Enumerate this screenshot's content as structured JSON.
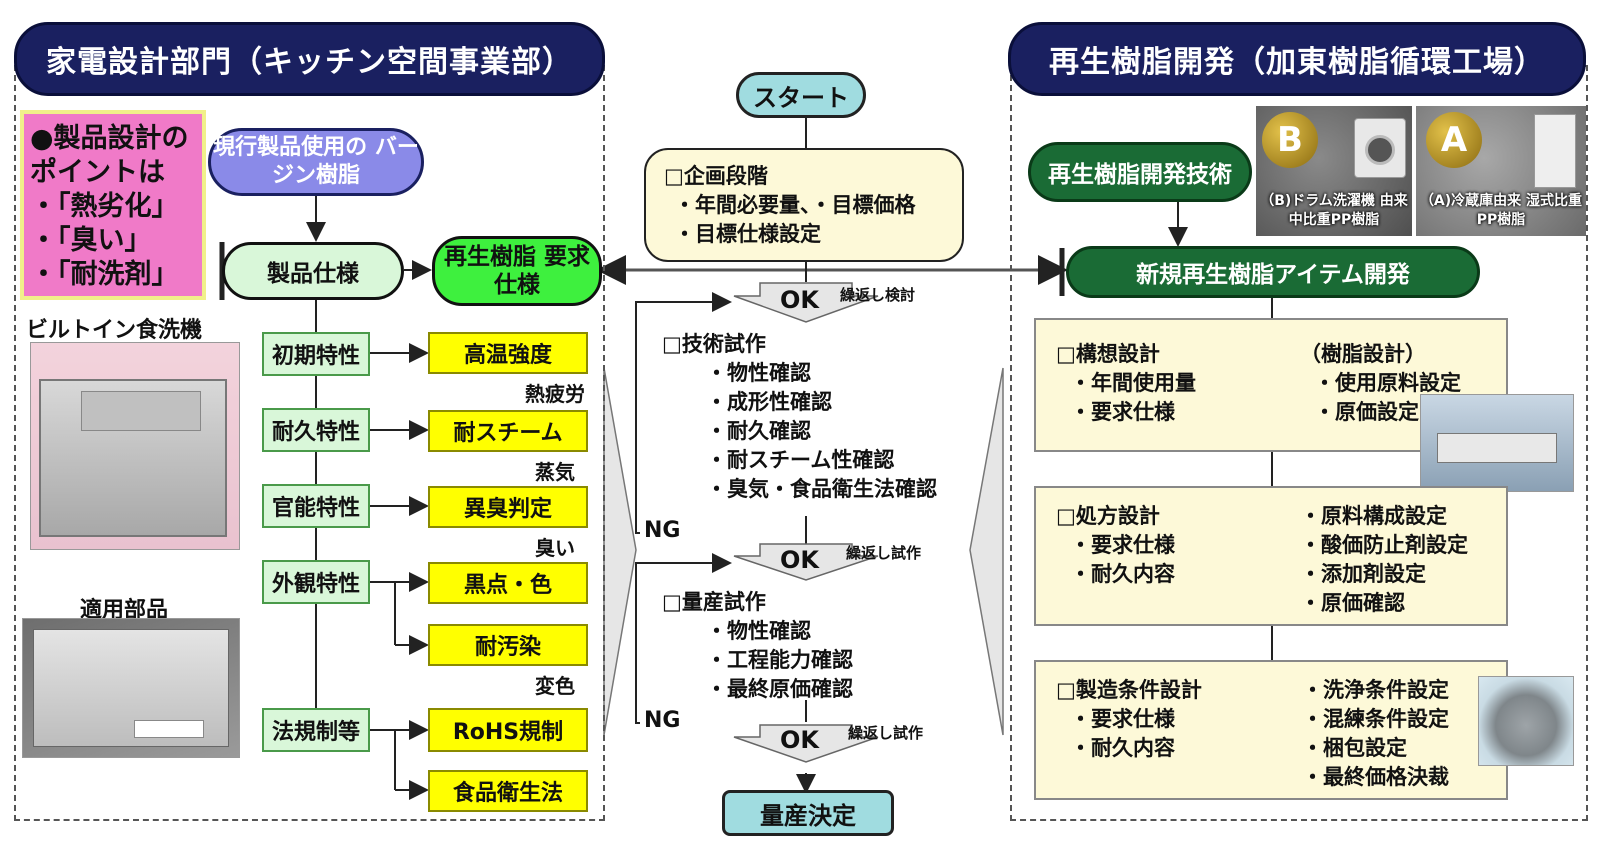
{
  "left_header": "家電設計部門（キッチン空間事業部）",
  "right_header": "再生樹脂開発（加東樹脂循環工場）",
  "design_points": {
    "title": "●製品設計の ポイントは",
    "items": [
      "・「熱劣化」",
      "・「臭い」",
      "・「耐洗剤」"
    ]
  },
  "current_resin": "現行製品使用の バージン樹脂",
  "product_spec": "製品仕様",
  "recycled_req": "再生樹脂 要求仕様",
  "product_photo_label": "ビルトイン食洗機",
  "part_photo_label": "適用部品",
  "characteristics": [
    "初期特性",
    "耐久特性",
    "官能特性",
    "外観特性",
    "法規制等"
  ],
  "requirements": [
    "高温強度",
    "耐スチーム",
    "異臭判定",
    "黒点・色",
    "耐汚染",
    "RoHS規制",
    "食品衛生法"
  ],
  "notes": [
    "熱疲労",
    "蒸気",
    "臭い",
    "変色"
  ],
  "flow": {
    "start": "スタート",
    "planning": {
      "title": "□企画段階",
      "lines": [
        "・年間必要量、・目標価格",
        "・目標仕様設定"
      ]
    },
    "ok_label": "OK",
    "ok1_note": "繰返し検討",
    "ok2_note": "繰返し試作",
    "ok3_note": "繰返し試作",
    "tech_trial": {
      "title": "□技術試作",
      "lines": [
        "・物性確認",
        "・成形性確認",
        "・耐久確認",
        "・耐スチーム性確認",
        "・臭気・食品衛生法確認"
      ]
    },
    "mass_trial": {
      "title": "□量産試作",
      "lines": [
        "・物性確認",
        "・工程能力確認",
        "・最終原価確認"
      ]
    },
    "ng_label": "NG",
    "decision": "量産決定"
  },
  "recycled_tech": "再生樹脂開発技術",
  "badge_b": {
    "letter": "B",
    "caption": "（B)ドラム洗濯機 由来中比重PP樹脂"
  },
  "badge_a": {
    "letter": "A",
    "caption": "（A)冷蔵庫由来 湿式比重PP樹脂"
  },
  "new_item_dev": "新規再生樹脂アイテム開発",
  "stages": [
    {
      "title": "□構想設計",
      "left": [
        "・年間使用量",
        "・要求仕様"
      ],
      "right_title": "（樹脂設計）",
      "right": [
        "・使用原料設定",
        "・原価設定"
      ]
    },
    {
      "title": "□処方設計",
      "left": [
        "・要求仕様",
        "・耐久内容"
      ],
      "right": [
        "・原料構成設定",
        "・酸価防止剤設定",
        "・添加剤設定",
        "・原価確認"
      ]
    },
    {
      "title": "□製造条件設計",
      "left": [
        "・要求仕様",
        "・耐久内容"
      ],
      "right": [
        "・洗浄条件設定",
        "・混練条件設定",
        "・梱包設定",
        "・最終価格決裁"
      ]
    }
  ]
}
